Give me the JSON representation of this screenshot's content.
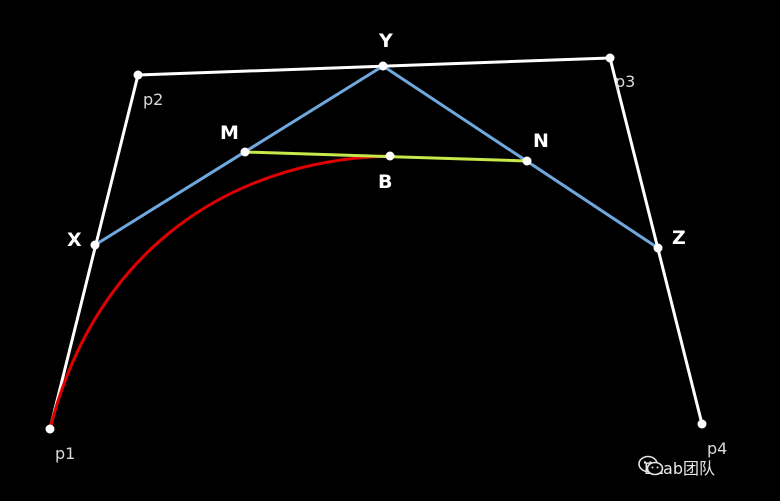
{
  "diagram": {
    "point_labels": {
      "p1": "p1",
      "p2": "p2",
      "p3": "p3",
      "p4": "p4",
      "X": "X",
      "Y": "Y",
      "Z": "Z",
      "M": "M",
      "N": "N",
      "B": "B"
    },
    "colors": {
      "background": "#000000",
      "control_polygon": "#ffffff",
      "first_level_lines": "#6fa8dc",
      "second_level_line": "#c6e84a",
      "bezier_curve": "#e00000",
      "points": "#ffffff"
    }
  },
  "watermark": {
    "icon": "wechat-icon",
    "text": "ELab团队"
  }
}
